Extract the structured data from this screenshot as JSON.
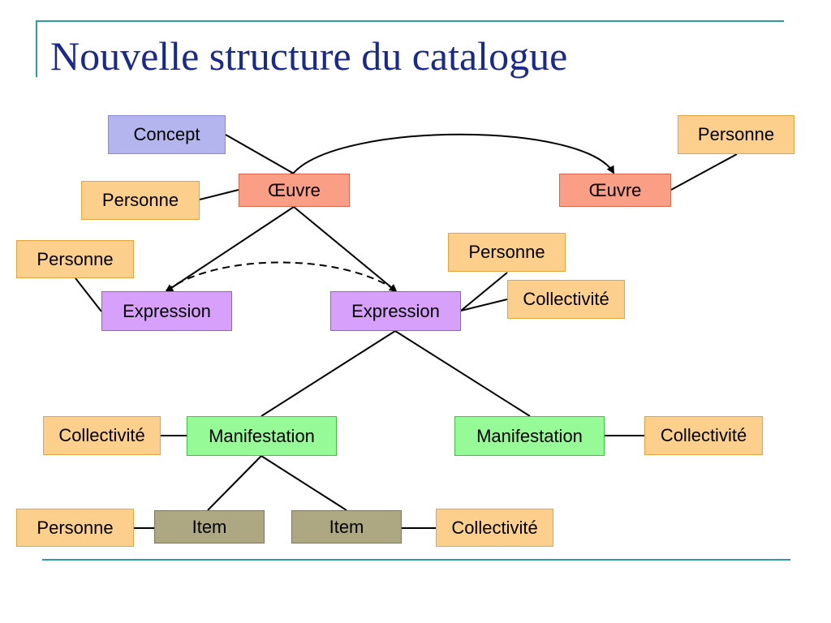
{
  "slide": {
    "title": "Nouvelle structure du catalogue"
  },
  "nodes": {
    "concept": "Concept",
    "oeuvre_left": "Œuvre",
    "oeuvre_right": "Œuvre",
    "personne_top_right": "Personne",
    "personne_oeuvre_left": "Personne",
    "personne_expression_left": "Personne",
    "expression_left": "Expression",
    "expression_right": "Expression",
    "personne_expression_right": "Personne",
    "collectivite_expression_right": "Collectivité",
    "manifestation_left": "Manifestation",
    "manifestation_right": "Manifestation",
    "collectivite_manifestation_left": "Collectivité",
    "collectivite_manifestation_right": "Collectivité",
    "item_left": "Item",
    "item_right": "Item",
    "personne_item_left": "Personne",
    "collectivite_item_right": "Collectivité"
  },
  "colors": {
    "title": "#1a2a8c",
    "rule": "#2e9aa6",
    "personne_collectivite": "#fcd08c",
    "concept": "#b4b4ee",
    "oeuvre": "#fb9e86",
    "expression": "#d6a0fb",
    "manifestation": "#96fb96",
    "item": "#ada881"
  }
}
